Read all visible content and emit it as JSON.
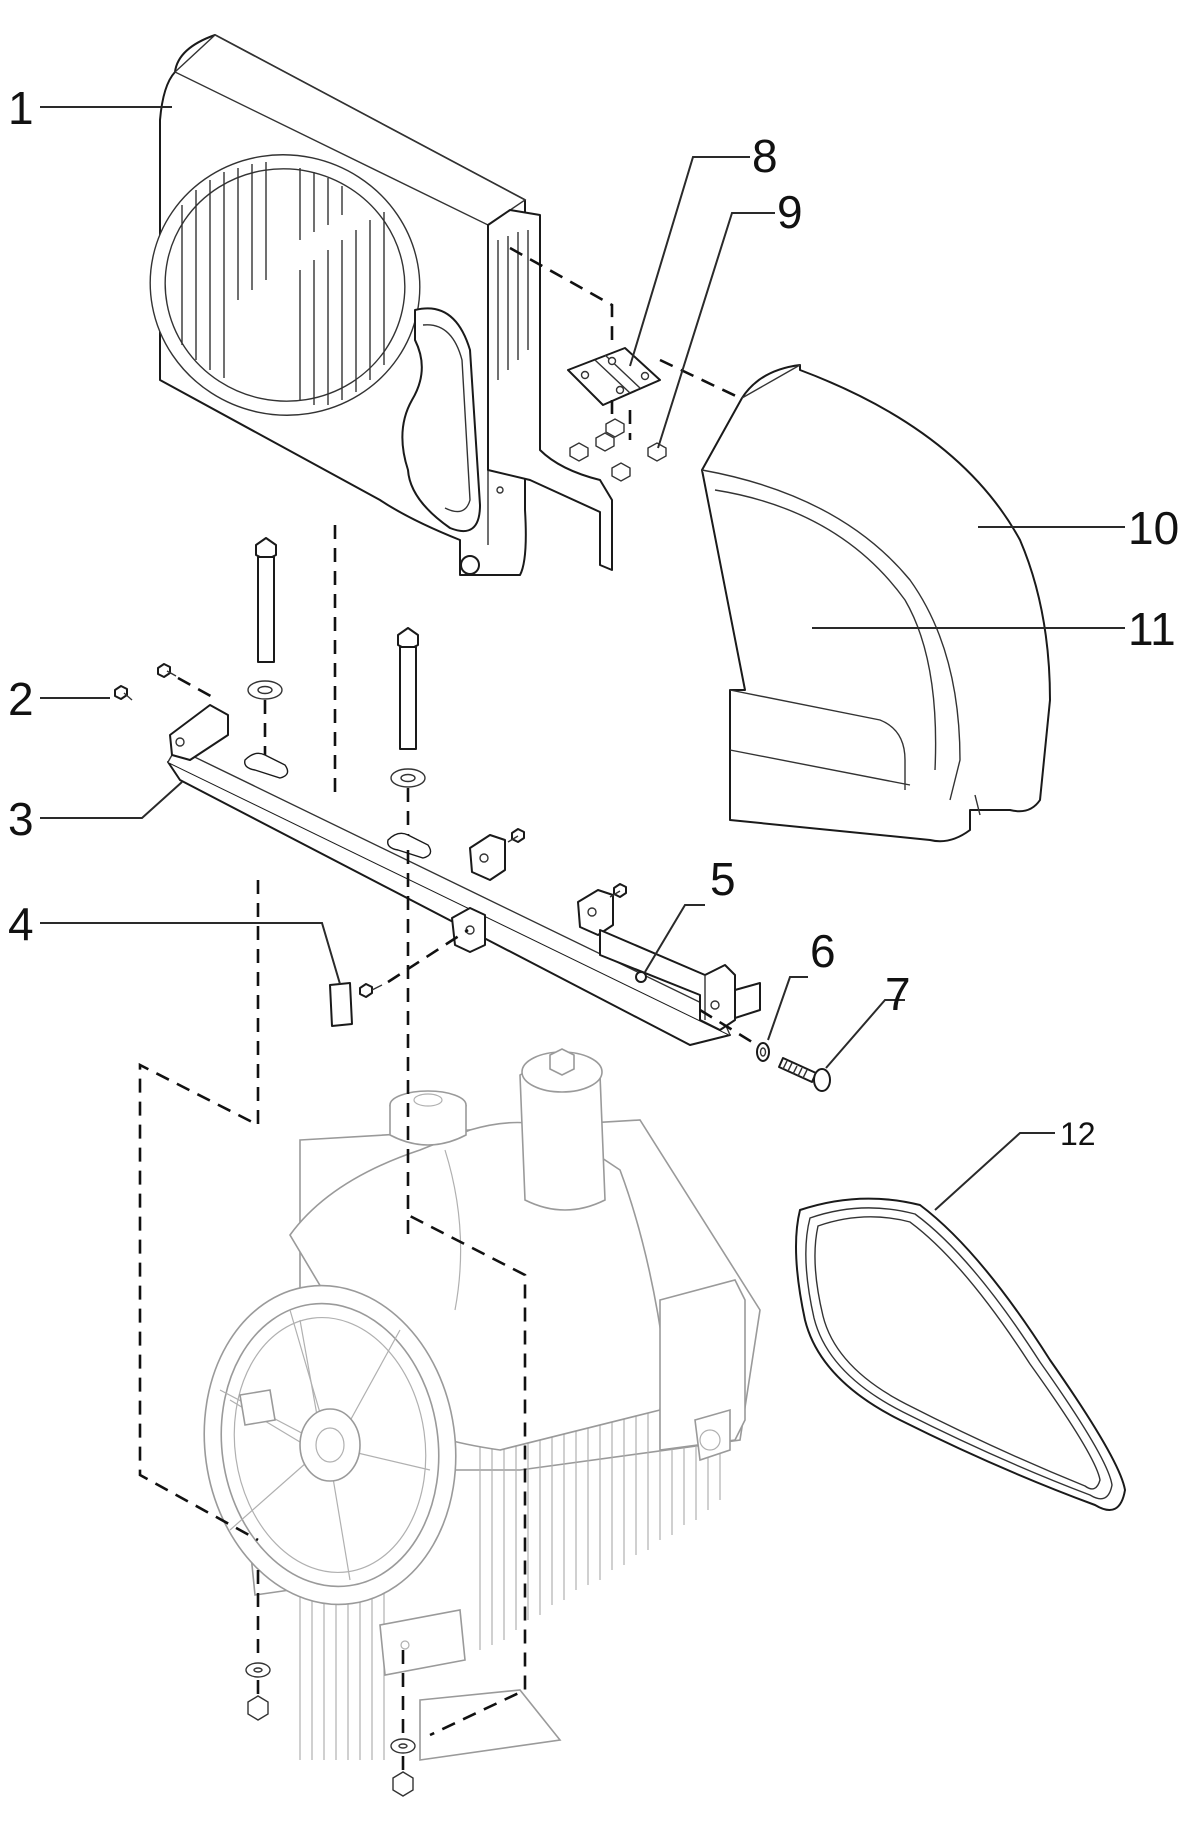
{
  "callouts": {
    "c1": "1",
    "c2": "2",
    "c3": "3",
    "c4": "4",
    "c5": "5",
    "c6": "6",
    "c7": "7",
    "c8": "8",
    "c9": "9",
    "c10": "10",
    "c11": "11",
    "c12": "12"
  },
  "parts": [
    {
      "number": "1",
      "icon": "fan-guard-icon"
    },
    {
      "number": "2",
      "icon": "screw-icon"
    },
    {
      "number": "3",
      "icon": "bracket-icon"
    },
    {
      "number": "4",
      "icon": "plate-icon"
    },
    {
      "number": "5",
      "icon": "nut-icon"
    },
    {
      "number": "6",
      "icon": "washer-icon"
    },
    {
      "number": "7",
      "icon": "bolt-icon"
    },
    {
      "number": "8",
      "icon": "hinge-icon"
    },
    {
      "number": "9",
      "icon": "nut-icon"
    },
    {
      "number": "10",
      "icon": "belt-cover-icon"
    },
    {
      "number": "11",
      "icon": "belt-cover-panel-icon"
    },
    {
      "number": "12",
      "icon": "v-belt-icon"
    }
  ],
  "colors": {
    "line": "#1a1a1a",
    "ghost": "#9a9a9a",
    "background": "#ffffff"
  }
}
